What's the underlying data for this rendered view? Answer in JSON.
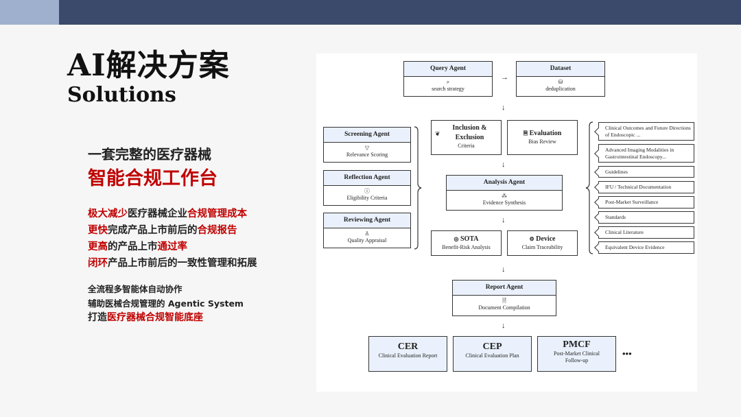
{
  "title": "AI解决方案",
  "subtitle": "Solutions",
  "tagline": "一套完整的医疗器械",
  "tagline_red": "智能合规工作台",
  "benefits": [
    [
      {
        "t": "极大减少",
        "r": true
      },
      {
        "t": "医疗器械企业",
        "r": false
      },
      {
        "t": "合规管理成本",
        "r": true
      }
    ],
    [
      {
        "t": "更快",
        "r": true
      },
      {
        "t": "完成产品上市前后的",
        "r": false
      },
      {
        "t": "合规报告",
        "r": true
      }
    ],
    [
      {
        "t": "更高",
        "r": true
      },
      {
        "t": "的产品上市",
        "r": false
      },
      {
        "t": "通过率",
        "r": true
      }
    ],
    [
      {
        "t": "闭环",
        "r": true
      },
      {
        "t": "产品上市前后的一致性管理和拓展",
        "r": false
      }
    ]
  ],
  "summary": [
    [
      {
        "t": "全流程多智能体自动协作",
        "r": false
      }
    ],
    [
      {
        "t": "辅助医械合规管理的 Agentic System",
        "r": false
      }
    ],
    [
      {
        "t": "打造",
        "r": false
      },
      {
        "t": "医疗器械合规智能底座",
        "r": true
      }
    ]
  ],
  "diagram": {
    "query": {
      "title": "Query Agent",
      "icon": "⌕",
      "sub": "search strategy"
    },
    "dataset": {
      "title": "Dataset",
      "icon": "⛁",
      "sub": "deduplication"
    },
    "inclusion": {
      "title": "Inclusion & Exclusion",
      "icon": "❦",
      "sub": "Criteria"
    },
    "evaluation": {
      "title": "Evaluation",
      "icon": "🗎",
      "sub": "Bias Review"
    },
    "analysis": {
      "title": "Analysis Agent",
      "icon": "⁂",
      "sub": "Evidence Synthesis"
    },
    "sota": {
      "title": "SOTA",
      "icon": "◎",
      "sub": "Benefit-Risk Analysis"
    },
    "device": {
      "title": "Device",
      "icon": "⚙",
      "sub": "Claim Traceability"
    },
    "report": {
      "title": "Report Agent",
      "icon": "🗎",
      "sub": "Document Compilation"
    },
    "screening": {
      "title": "Screening Agent",
      "icon": "▽",
      "sub": "Relevance Scoring"
    },
    "reflection": {
      "title": "Reflection Agent",
      "icon": "ⓘ",
      "sub": "Eligibility Criteria"
    },
    "reviewing": {
      "title": "Reviewing Agent",
      "icon": "♙",
      "sub": "Quality Appraisal"
    },
    "sources": [
      "Clinical Outcomes and Future Directions of Endoscopic ...",
      "Advanced Imaging Modalities in Gastrointestinal Endoscopy...",
      "Guidelines",
      "IFU / Technical Documentation",
      "Post-Market Surveillance",
      "Standards",
      "Clinical Literature",
      "Equivalent Device Evidence"
    ],
    "outputs": [
      {
        "title": "CER",
        "sub": "Clinical Evaluation Report"
      },
      {
        "title": "CEP",
        "sub": "Clinical Evaluation Plan"
      },
      {
        "title": "PMCF",
        "sub": "Post-Market Clinical Follow-up"
      }
    ],
    "more": "•••",
    "arrow_right": "→",
    "arrow_down": "↓"
  }
}
